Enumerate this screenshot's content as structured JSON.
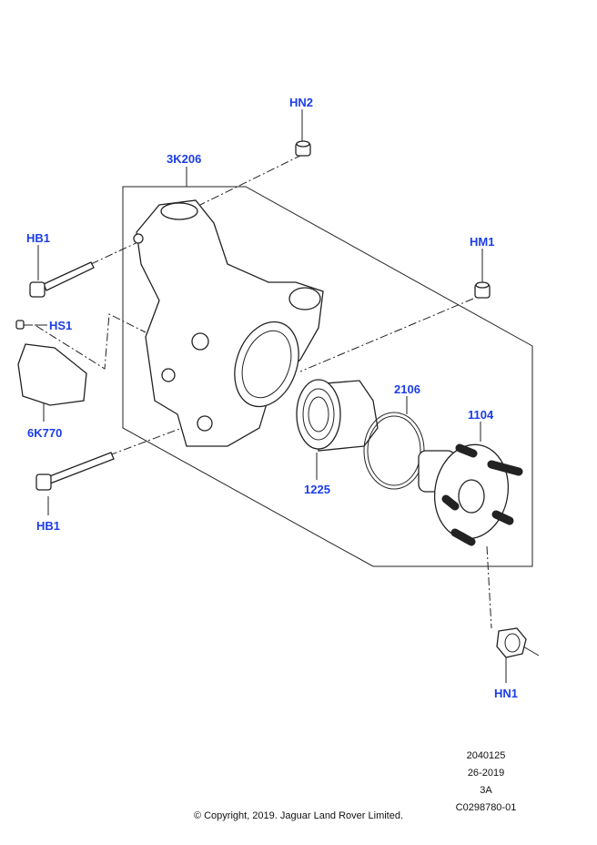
{
  "labels": {
    "hn2": "HN2",
    "k206": "3K206",
    "hb1_top": "HB1",
    "hm1": "HM1",
    "hs1": "HS1",
    "k770": "6K770",
    "p2106": "2106",
    "p1104": "1104",
    "p1225": "1225",
    "hb1_bottom": "HB1",
    "hn1": "HN1"
  },
  "info": {
    "line1": "2040125",
    "line2": "26-2019",
    "line3": "3A",
    "line4": "C0298780-01"
  },
  "copyright": "© Copyright, 2019. Jaguar Land Rover Limited.",
  "colors": {
    "label": "#1b3de8"
  }
}
